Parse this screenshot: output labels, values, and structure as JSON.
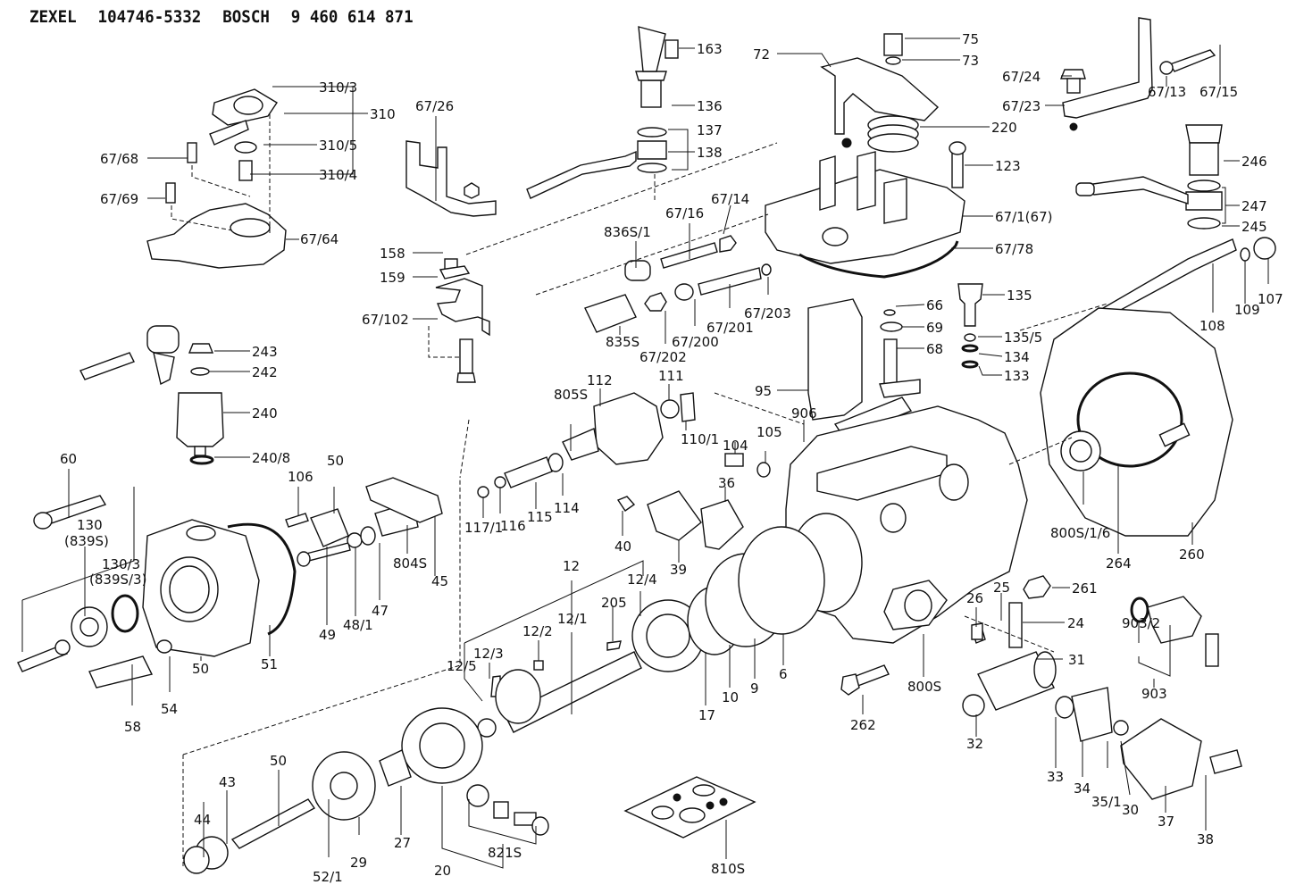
{
  "header": {
    "brand1": "ZEXEL",
    "part1": "104746-5332",
    "brand2": "BOSCH",
    "part2": "9 460 614 871"
  },
  "labels": [
    {
      "id": "310/3",
      "text": "310/3"
    },
    {
      "id": "310",
      "text": "310"
    },
    {
      "id": "310/5",
      "text": "310/5"
    },
    {
      "id": "310/4",
      "text": "310/4"
    },
    {
      "id": "67/68",
      "text": "67/68"
    },
    {
      "id": "67/69",
      "text": "67/69"
    },
    {
      "id": "67/64",
      "text": "67/64"
    },
    {
      "id": "67/26",
      "text": "67/26"
    },
    {
      "id": "158",
      "text": "158"
    },
    {
      "id": "159",
      "text": "159"
    },
    {
      "id": "67/102",
      "text": "67/102"
    },
    {
      "id": "163",
      "text": "163"
    },
    {
      "id": "136",
      "text": "136"
    },
    {
      "id": "137",
      "text": "137"
    },
    {
      "id": "138",
      "text": "138"
    },
    {
      "id": "72",
      "text": "72"
    },
    {
      "id": "75",
      "text": "75"
    },
    {
      "id": "73",
      "text": "73"
    },
    {
      "id": "220",
      "text": "220"
    },
    {
      "id": "123",
      "text": "123"
    },
    {
      "id": "67/1(67)",
      "text": "67/1(67)"
    },
    {
      "id": "67/78",
      "text": "67/78"
    },
    {
      "id": "67/14",
      "text": "67/14"
    },
    {
      "id": "67/16",
      "text": "67/16"
    },
    {
      "id": "836S/1",
      "text": "836S/1"
    },
    {
      "id": "835S",
      "text": "835S"
    },
    {
      "id": "67/202",
      "text": "67/202"
    },
    {
      "id": "67/200",
      "text": "67/200"
    },
    {
      "id": "67/201",
      "text": "67/201"
    },
    {
      "id": "67/203",
      "text": "67/203"
    },
    {
      "id": "67/24",
      "text": "67/24"
    },
    {
      "id": "67/23",
      "text": "67/23"
    },
    {
      "id": "67/13",
      "text": "67/13"
    },
    {
      "id": "67/15",
      "text": "67/15"
    },
    {
      "id": "246",
      "text": "246"
    },
    {
      "id": "247",
      "text": "247"
    },
    {
      "id": "245",
      "text": "245"
    },
    {
      "id": "107",
      "text": "107"
    },
    {
      "id": "109",
      "text": "109"
    },
    {
      "id": "108",
      "text": "108"
    },
    {
      "id": "66",
      "text": "66"
    },
    {
      "id": "69",
      "text": "69"
    },
    {
      "id": "68",
      "text": "68"
    },
    {
      "id": "135",
      "text": "135"
    },
    {
      "id": "135/5",
      "text": "135/5"
    },
    {
      "id": "134",
      "text": "134"
    },
    {
      "id": "133",
      "text": "133"
    },
    {
      "id": "95",
      "text": "95"
    },
    {
      "id": "906",
      "text": "906"
    },
    {
      "id": "243",
      "text": "243"
    },
    {
      "id": "242",
      "text": "242"
    },
    {
      "id": "240",
      "text": "240"
    },
    {
      "id": "240/8",
      "text": "240/8"
    },
    {
      "id": "60",
      "text": "60"
    },
    {
      "id": "130",
      "text": "130"
    },
    {
      "id": "839S",
      "text": "(839S)"
    },
    {
      "id": "130/3",
      "text": "130/3"
    },
    {
      "id": "839S/3",
      "text": "(839S/3)"
    },
    {
      "id": "58",
      "text": "58"
    },
    {
      "id": "54",
      "text": "54"
    },
    {
      "id": "50a",
      "text": "50"
    },
    {
      "id": "51",
      "text": "51"
    },
    {
      "id": "106",
      "text": "106"
    },
    {
      "id": "50b",
      "text": "50"
    },
    {
      "id": "49",
      "text": "49"
    },
    {
      "id": "48/1",
      "text": "48/1"
    },
    {
      "id": "47",
      "text": "47"
    },
    {
      "id": "804S",
      "text": "804S"
    },
    {
      "id": "45",
      "text": "45"
    },
    {
      "id": "805S",
      "text": "805S"
    },
    {
      "id": "112",
      "text": "112"
    },
    {
      "id": "111",
      "text": "111"
    },
    {
      "id": "110/1",
      "text": "110/1"
    },
    {
      "id": "114",
      "text": "114"
    },
    {
      "id": "115",
      "text": "115"
    },
    {
      "id": "116",
      "text": "116"
    },
    {
      "id": "117/1",
      "text": "117/1"
    },
    {
      "id": "104",
      "text": "104"
    },
    {
      "id": "105",
      "text": "105"
    },
    {
      "id": "36",
      "text": "36"
    },
    {
      "id": "40",
      "text": "40"
    },
    {
      "id": "39",
      "text": "39"
    },
    {
      "id": "12",
      "text": "12"
    },
    {
      "id": "12/4",
      "text": "12/4"
    },
    {
      "id": "12/1",
      "text": "12/1"
    },
    {
      "id": "205",
      "text": "205"
    },
    {
      "id": "12/2",
      "text": "12/2"
    },
    {
      "id": "12/3",
      "text": "12/3"
    },
    {
      "id": "12/5",
      "text": "12/5"
    },
    {
      "id": "17",
      "text": "17"
    },
    {
      "id": "10",
      "text": "10"
    },
    {
      "id": "9",
      "text": "9"
    },
    {
      "id": "6",
      "text": "6"
    },
    {
      "id": "800S/1/6",
      "text": "800S/1/6"
    },
    {
      "id": "264",
      "text": "264"
    },
    {
      "id": "260",
      "text": "260"
    },
    {
      "id": "261",
      "text": "261"
    },
    {
      "id": "26",
      "text": "26"
    },
    {
      "id": "25",
      "text": "25"
    },
    {
      "id": "24",
      "text": "24"
    },
    {
      "id": "31",
      "text": "31"
    },
    {
      "id": "903/2",
      "text": "903/2"
    },
    {
      "id": "903",
      "text": "903"
    },
    {
      "id": "262",
      "text": "262"
    },
    {
      "id": "800S",
      "text": "800S"
    },
    {
      "id": "32",
      "text": "32"
    },
    {
      "id": "33",
      "text": "33"
    },
    {
      "id": "34",
      "text": "34"
    },
    {
      "id": "35/1",
      "text": "35/1"
    },
    {
      "id": "30",
      "text": "30"
    },
    {
      "id": "37",
      "text": "37"
    },
    {
      "id": "38",
      "text": "38"
    },
    {
      "id": "810S",
      "text": "810S"
    },
    {
      "id": "50c",
      "text": "50"
    },
    {
      "id": "44",
      "text": "44"
    },
    {
      "id": "43",
      "text": "43"
    },
    {
      "id": "52/1",
      "text": "52/1"
    },
    {
      "id": "29",
      "text": "29"
    },
    {
      "id": "27",
      "text": "27"
    },
    {
      "id": "20",
      "text": "20"
    },
    {
      "id": "821S",
      "text": "821S"
    }
  ]
}
